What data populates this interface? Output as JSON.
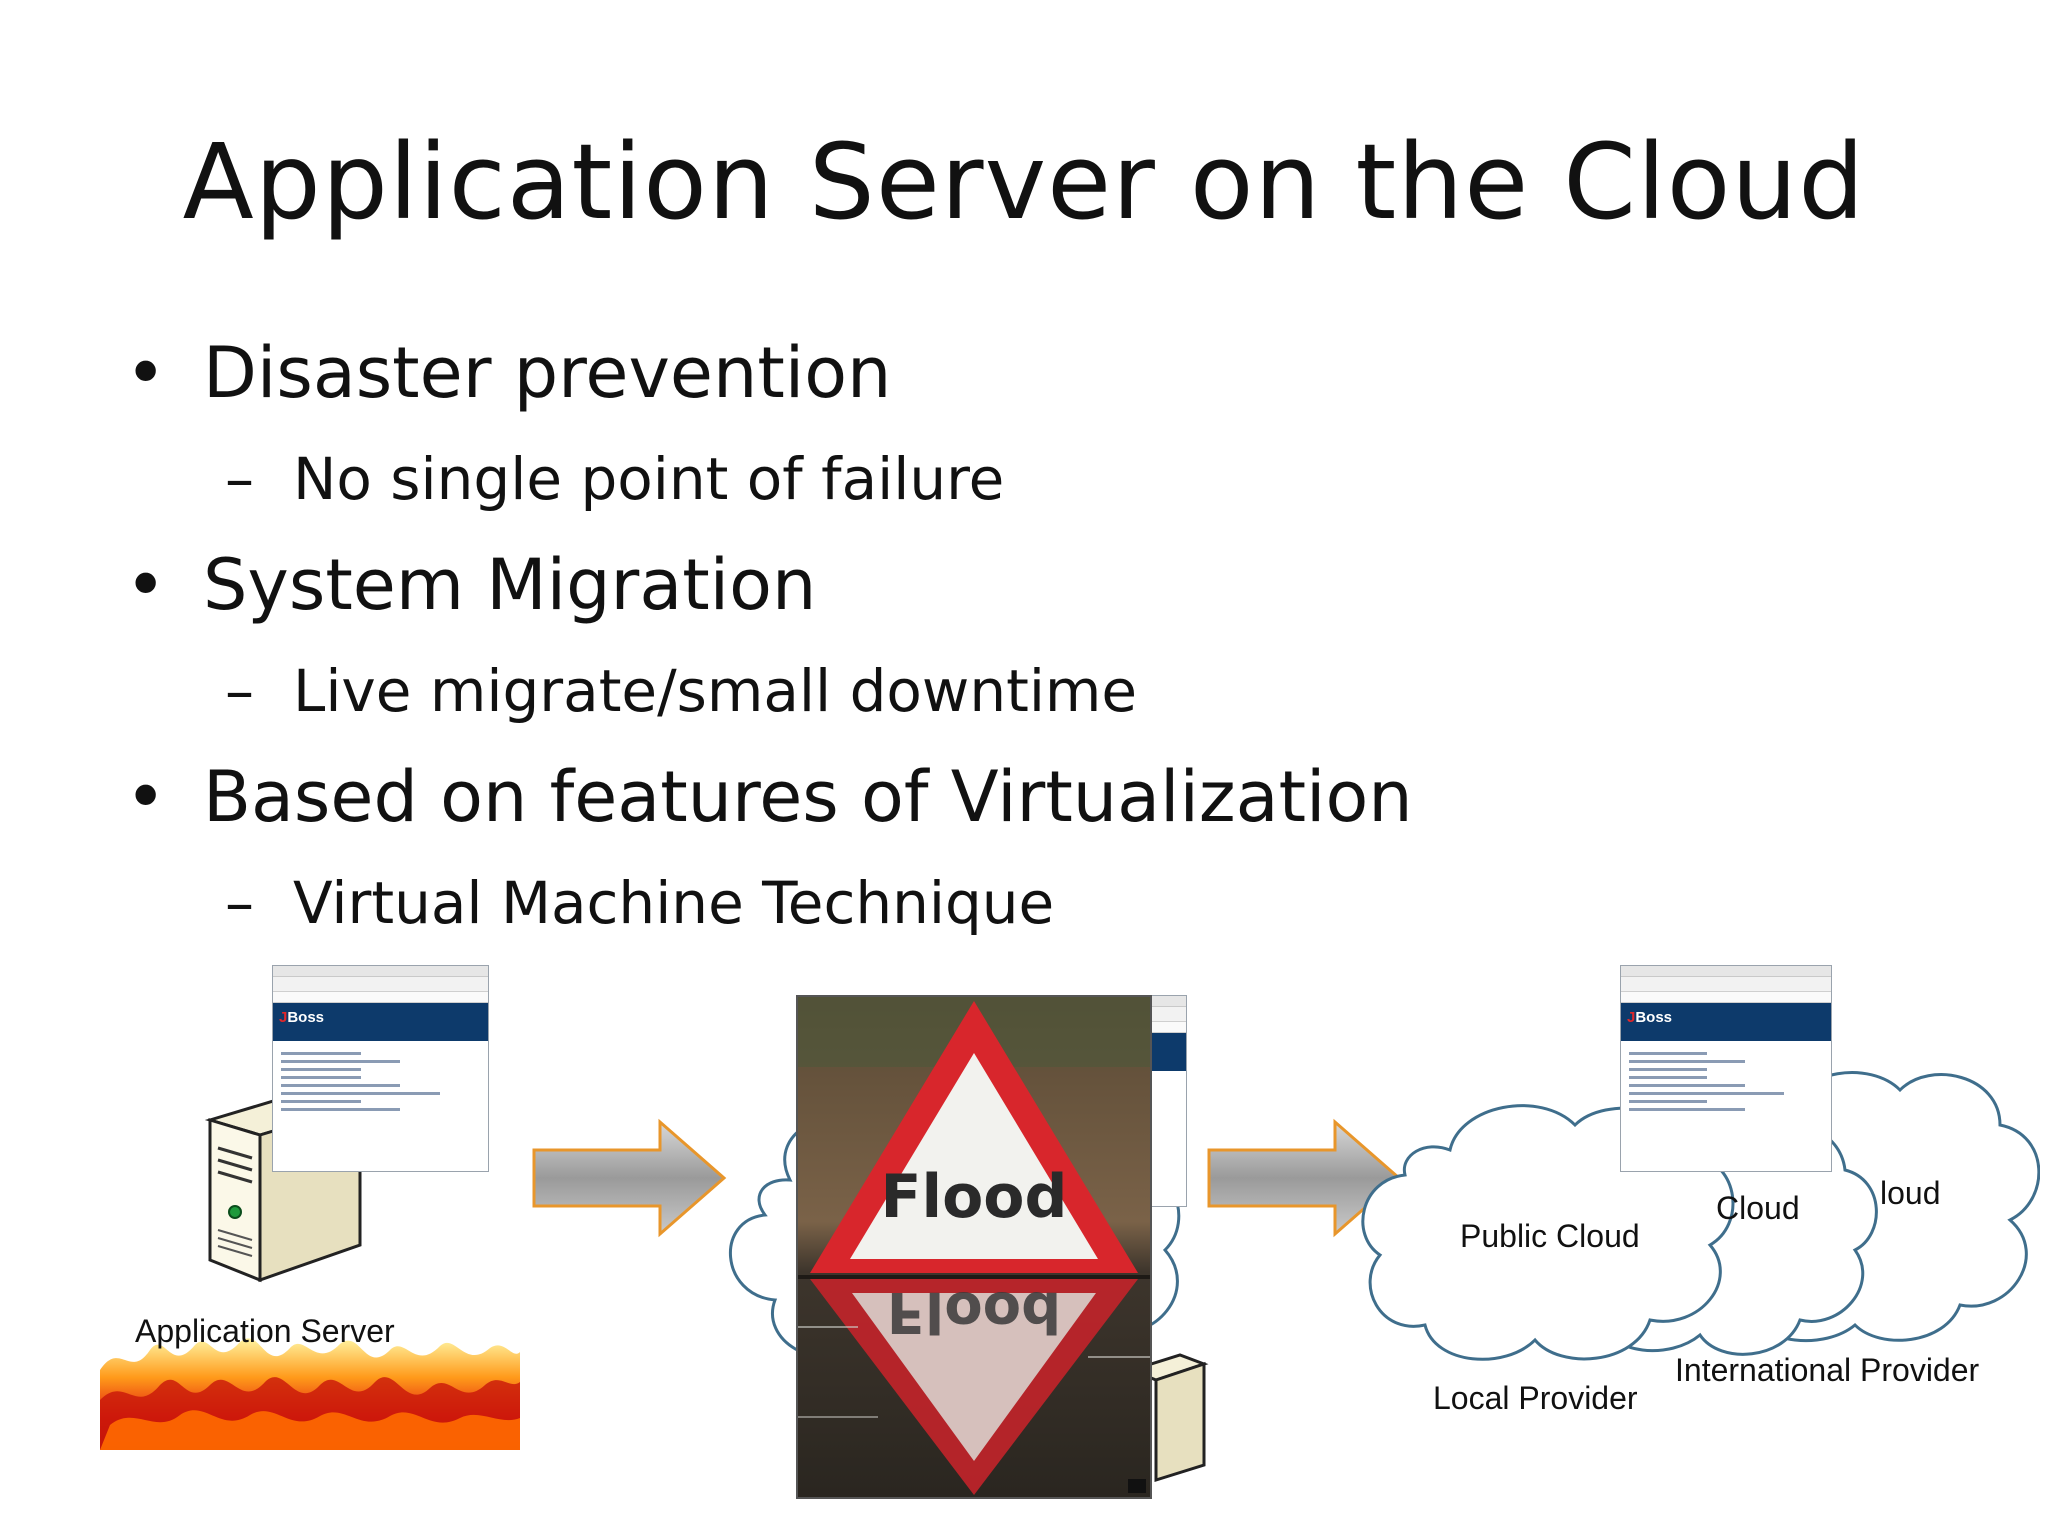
{
  "slide": {
    "title": "Application Server on the Cloud",
    "bullets": [
      {
        "text": "Disaster prevention",
        "sub": "No single point of failure"
      },
      {
        "text": "System Migration",
        "sub": "Live migrate/small downtime"
      },
      {
        "text": "Based on features of Virtualization",
        "sub": "Virtual Machine Technique"
      }
    ],
    "bullet_symbol": "•",
    "sub_symbol": "–"
  },
  "diagram": {
    "server_label": "Application Server",
    "flood_sign_text": "Flood",
    "clouds": {
      "front": "Public Cloud",
      "middle": "Cloud",
      "back": "loud"
    },
    "provider_labels": {
      "local": "Local Provider",
      "international": "International Provider"
    },
    "browser_logo": "JBoss",
    "colors": {
      "arrow_fill": "#9a9a9a",
      "arrow_stroke": "#e8962b",
      "cloud_stroke": "#3f6e8c",
      "sign_red": "#d8262c",
      "banner": "#0d3a6b"
    }
  }
}
